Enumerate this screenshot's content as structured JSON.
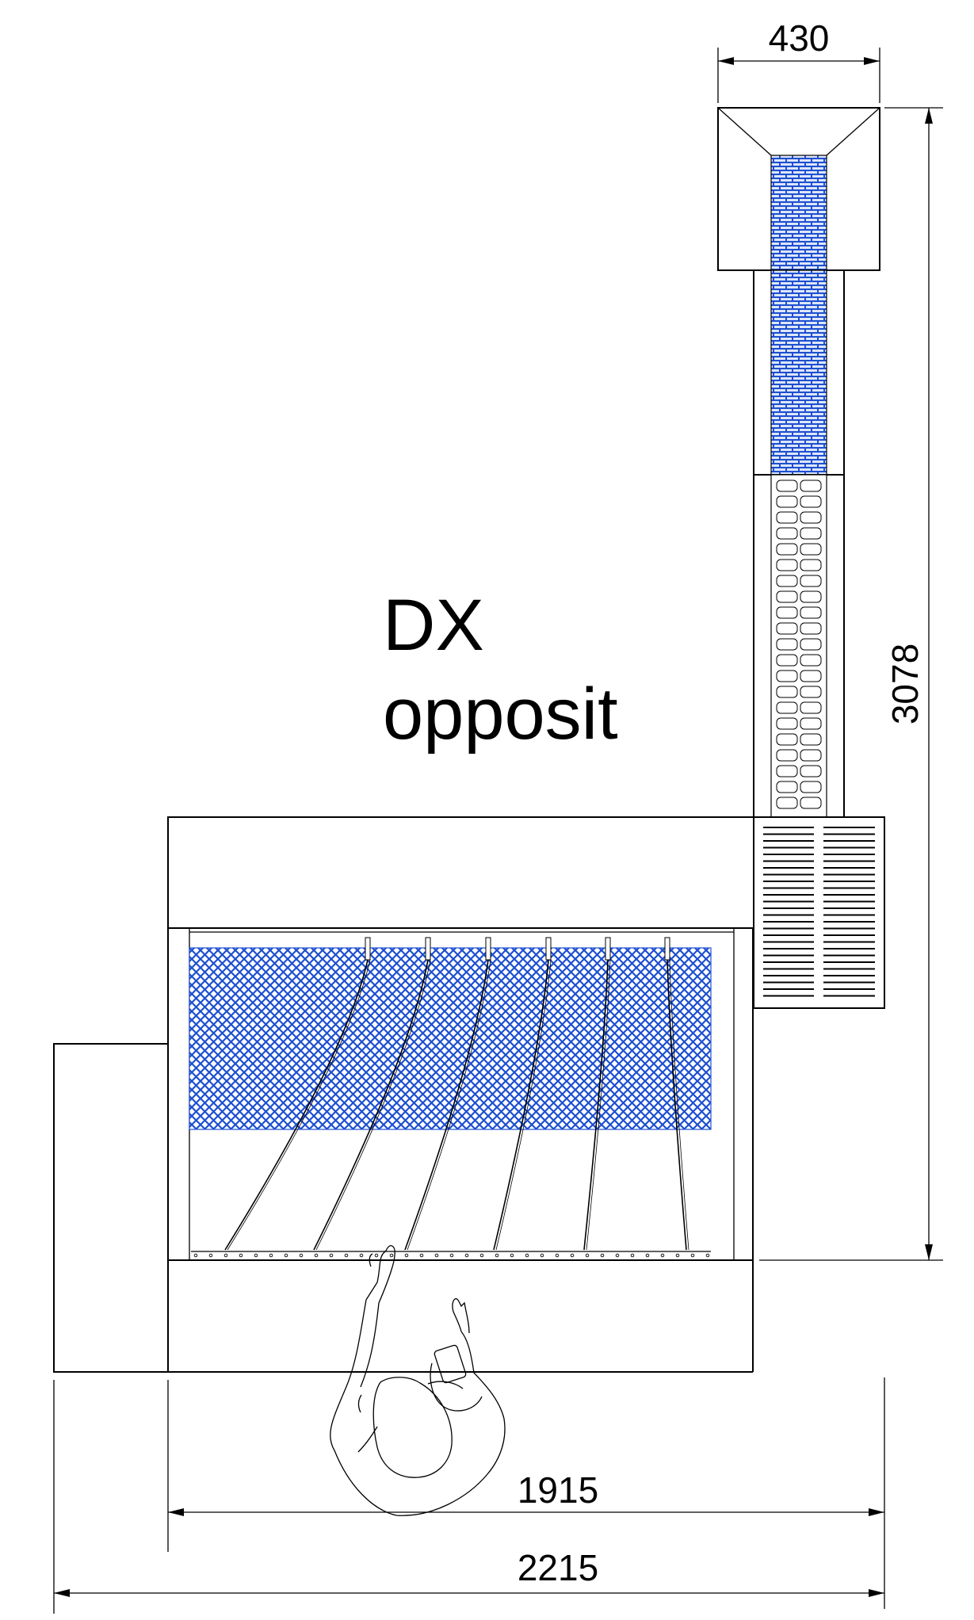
{
  "drawing": {
    "label_line1": "DX",
    "label_line2": "opposit"
  },
  "dimensions": {
    "chimney_width": "430",
    "total_height": "3078",
    "booth_width": "1915",
    "overall_width": "2215"
  },
  "colors": {
    "filter_blue": "#1d4fd0",
    "line": "#000000",
    "gradient_dark": "#9a9a9a",
    "gradient_light": "#ffffff"
  }
}
